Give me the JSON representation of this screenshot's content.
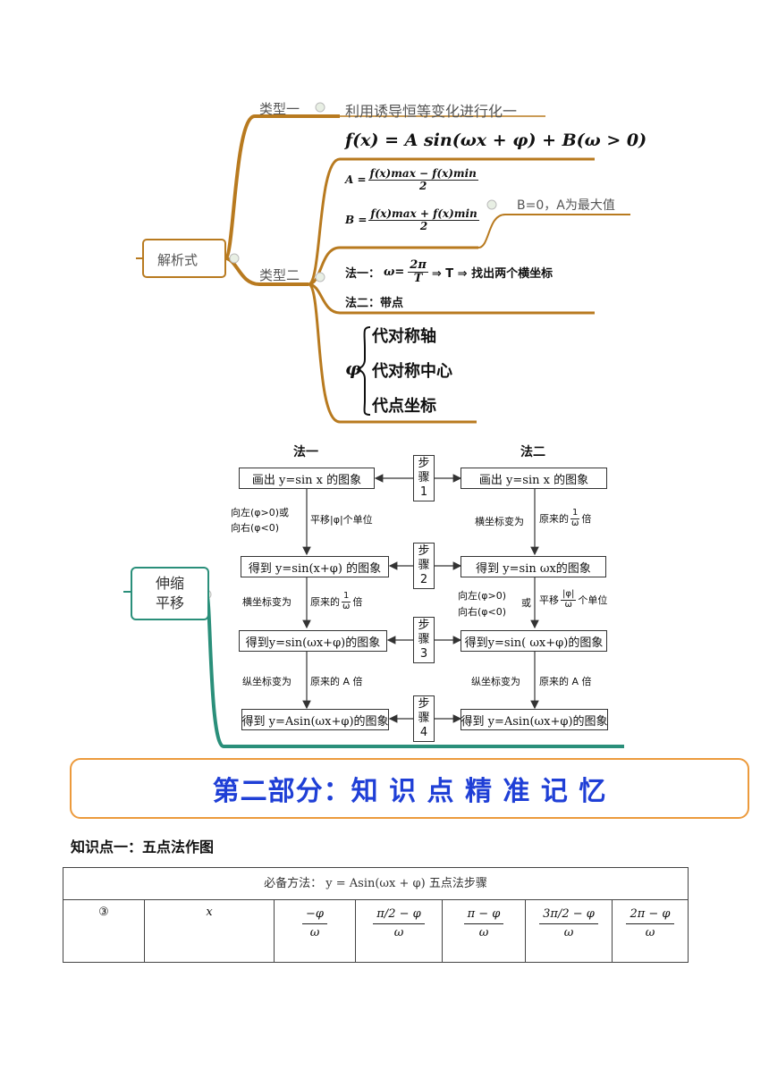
{
  "mindmap": {
    "root": "解析式",
    "type1": "类型一",
    "type1_text": "利用诱导恒等变化进行化一",
    "formula": "f(x) = A sin(ωx + φ) + B(ω > 0)",
    "type2": "类型二",
    "A_lhs": "A =",
    "A_num": "f(x)max − f(x)min",
    "A_den": "2",
    "B_lhs": "B =",
    "B_num": "f(x)max + f(x)min",
    "B_den": "2",
    "b_note": "B=0，A为最大值",
    "method1_label": "法一：",
    "method1_omega": "ω=",
    "method1_num": "2π",
    "method1_den": "T",
    "method1_rest": "⇒ T ⇒ 找出两个横坐标",
    "method2": "法二：带点",
    "phi_symbol": "φ",
    "phi_items": [
      "代对称轴",
      "代对称中心",
      "代点坐标"
    ]
  },
  "transform": {
    "node": [
      "伸缩",
      "平移"
    ],
    "col1_title": "法一",
    "col2_title": "法二",
    "left_boxes": [
      "画出 y=sin x 的图象",
      "得到 y=sin(x+φ) 的图象",
      "得到y=sin(ωx+φ)的图象",
      "得到 y=Asin(ωx+φ)的图象"
    ],
    "right_boxes": [
      "画出 y=sin x 的图象",
      "得到 y=sin ωx的图象",
      "得到y=sin( ωx+φ)的图象",
      "得到 y=Asin(ωx+φ)的图象"
    ],
    "steps": [
      [
        "步",
        "骤",
        "1"
      ],
      [
        "步",
        "骤",
        "2"
      ],
      [
        "步",
        "骤",
        "3"
      ],
      [
        "步",
        "骤",
        "4"
      ]
    ],
    "left_notes": {
      "n1_a": "向左(φ>0)或",
      "n1_b": "向右(φ<0)",
      "n1_c": "平移|φ|个单位",
      "n2_a": "横坐标变为",
      "n2_b": "原来的",
      "n2_num": "1",
      "n2_den": "ω",
      "n2_c": "倍",
      "n3_a": "纵坐标变为",
      "n3_b": "原来的 A 倍"
    },
    "right_notes": {
      "n1_a": "横坐标变为",
      "n1_b": "原来的",
      "n1_num": "1",
      "n1_den": "ω",
      "n1_c": "倍",
      "n2_a": "向左(φ>0)",
      "n2_or": "或",
      "n2_b": "向右(φ<0)",
      "n2_c": "平移",
      "n2_num": "|φ|",
      "n2_den": "ω",
      "n2_d": "个单位",
      "n3_a": "纵坐标变为",
      "n3_b": "原来的 A 倍"
    }
  },
  "banner": {
    "title": "第二部分：知 识 点 精 准 记 忆",
    "color": "#1f3fd6",
    "border": "#ec9a3c"
  },
  "section": {
    "heading": "知识点一：五点法作图"
  },
  "table": {
    "header": "必备方法： y = Asin(ωx + φ) 五点法步骤",
    "row_label": "③",
    "x_label": "x",
    "cells": [
      {
        "num": "−φ",
        "den": "ω"
      },
      {
        "num": "π/2 − φ",
        "den": "ω"
      },
      {
        "num": "π − φ",
        "den": "ω"
      },
      {
        "num": "3π/2 − φ",
        "den": "ω"
      },
      {
        "num": "2π − φ",
        "den": "ω"
      }
    ]
  },
  "colors": {
    "mindmap_line": "#b87a1f",
    "teal_line": "#2a8f7a"
  }
}
